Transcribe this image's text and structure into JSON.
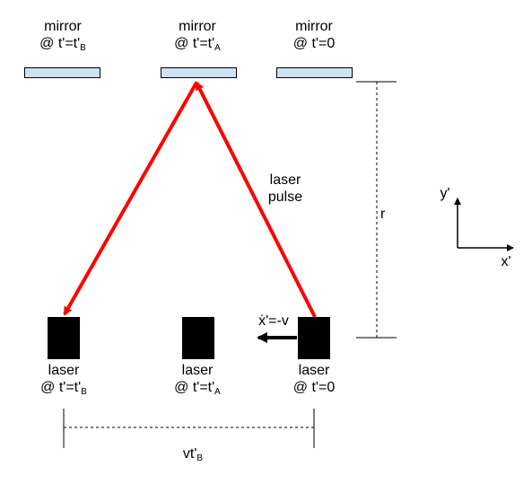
{
  "colors": {
    "mirror_fill": "#cfe2f3",
    "laser_fill": "#000000",
    "pulse_path": "#ff0000",
    "velocity_arrow": "#000000"
  },
  "mirrors": [
    {
      "line1": "mirror",
      "line2": "@ t'=t'",
      "sub": "B"
    },
    {
      "line1": "mirror",
      "line2": "@ t'=t'",
      "sub": "A"
    },
    {
      "line1": "mirror",
      "line2": "@ t'=0",
      "sub": ""
    }
  ],
  "lasers": [
    {
      "line1": "laser",
      "line2": "@ t'=t'",
      "sub": "B"
    },
    {
      "line1": "laser",
      "line2": "@ t'=t'",
      "sub": "A"
    },
    {
      "line1": "laser",
      "line2": "@ t'=0",
      "sub": ""
    }
  ],
  "pulse_label": {
    "line1": "laser",
    "line2": "pulse"
  },
  "velocity_label": "ẋ'=-v",
  "distance_label": "r",
  "baseline_label": {
    "main": "vt'",
    "sub": "B"
  },
  "axes": {
    "y_label": "y'",
    "x_label": "x'"
  }
}
